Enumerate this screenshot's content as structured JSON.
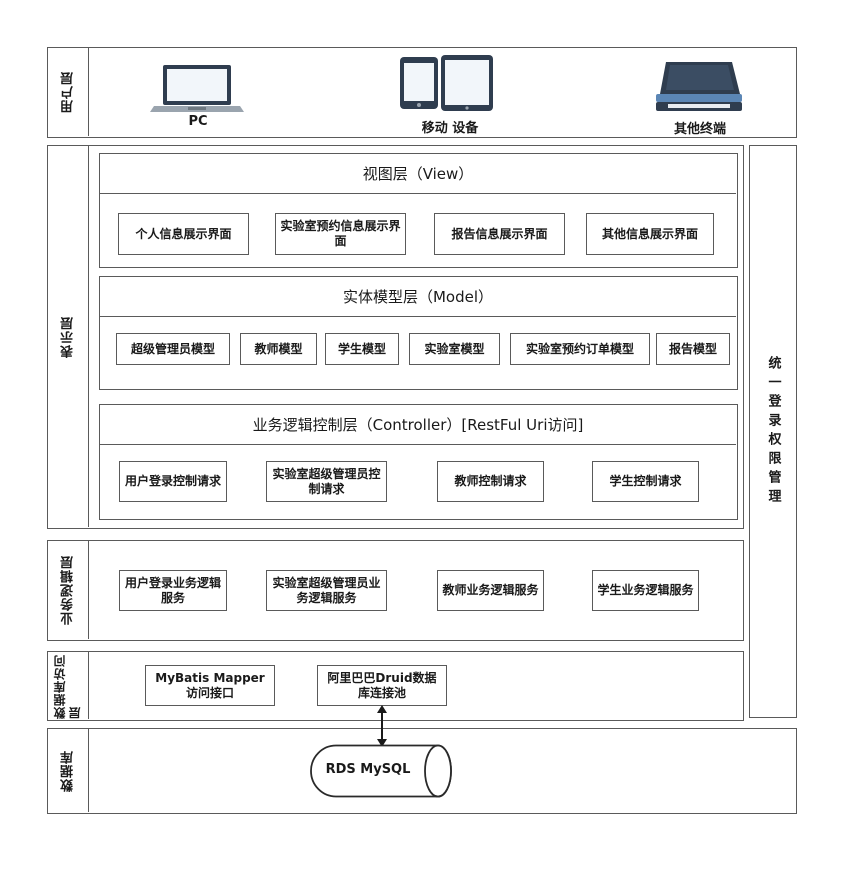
{
  "user_layer": {
    "label": "用户层",
    "devices": [
      {
        "name": "PC",
        "icon": "laptop-icon"
      },
      {
        "name": "移动 设备",
        "icon": "mobile-devices-icon"
      },
      {
        "name": "其他终端",
        "icon": "other-terminal-icon"
      }
    ]
  },
  "presentation_layer": {
    "label": "表示层",
    "view": {
      "title": "视图层（View）",
      "items": [
        "个人信息展示界面",
        "实验室预约信息展示界面",
        "报告信息展示界面",
        "其他信息展示界面"
      ]
    },
    "model": {
      "title": "实体模型层（Model）",
      "items": [
        "超级管理员模型",
        "教师模型",
        "学生模型",
        "实验室模型",
        "实验室预约订单模型",
        "报告模型"
      ]
    },
    "controller": {
      "title": "业务逻辑控制层（Controller）[RestFul Uri访问]",
      "items": [
        "用户登录控制请求",
        "实验室超级管理员控制请求",
        "教师控制请求",
        "学生控制请求"
      ]
    }
  },
  "business_layer": {
    "label": "业务逻辑层",
    "items": [
      "用户登录业务逻辑服务",
      "实验室超级管理员业务逻辑服务",
      "教师业务逻辑服务",
      "学生业务逻辑服务"
    ]
  },
  "data_access_layer": {
    "label": "数据库访问层",
    "items": [
      "MyBatis Mapper访问接口",
      "阿里巴巴Druid数据库连接池"
    ]
  },
  "database_layer": {
    "label": "数据库",
    "db_name": "RDS MySQL"
  },
  "auth": {
    "label": "统一登录权限管理"
  },
  "colors": {
    "border": "#5a5a5a",
    "device_dark": "#2f3d4f",
    "screen_blue": "#5b86b5"
  }
}
